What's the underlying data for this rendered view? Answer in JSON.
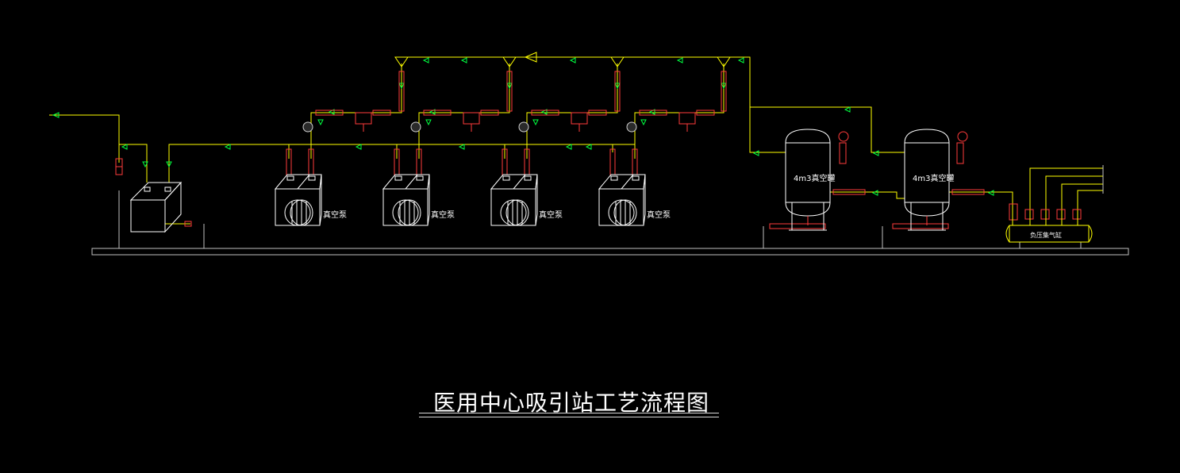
{
  "title": "医用中心吸引站工艺流程图",
  "labels": {
    "vacuum_pump": "真空泵",
    "tank_1": "4m3真空罐",
    "tank_2": "4m3真空罐",
    "manifold": "负压集气缸"
  },
  "colors": {
    "background": "#000000",
    "pipe": "#ffff00",
    "valve": "#ff3b3b",
    "flow_arrow": "#00ff40",
    "equipment": "#ffffff",
    "base": "#bfbfbf",
    "note_text": "#00ff00"
  }
}
